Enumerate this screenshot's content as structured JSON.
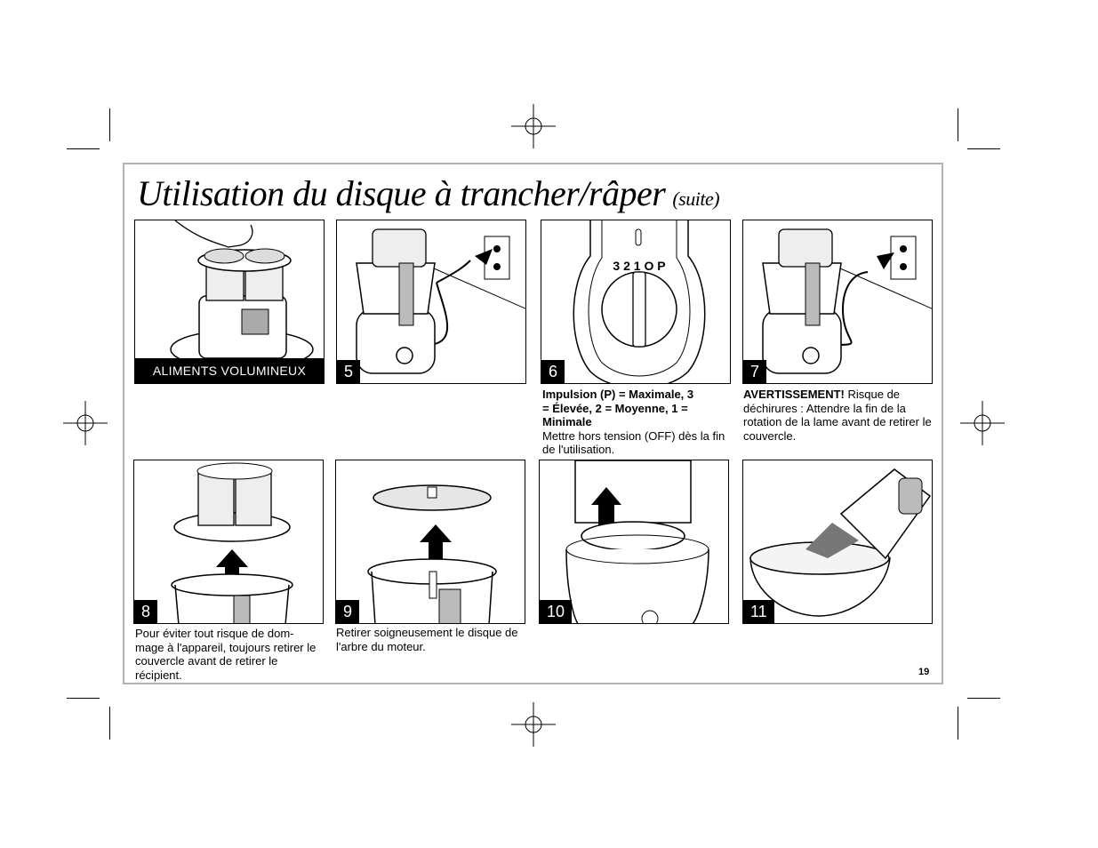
{
  "title": {
    "main": "Utilisation du disque à trancher/râper",
    "suffix": "(suite)"
  },
  "panels": {
    "p4": {
      "banner": "ALIMENTS VOLUMINEUX"
    },
    "p5": {
      "number": "5"
    },
    "p6": {
      "number": "6",
      "dial_marks": "3 2 1 O P"
    },
    "p7": {
      "number": "7"
    },
    "p8": {
      "number": "8"
    },
    "p9": {
      "number": "9"
    },
    "p10": {
      "number": "10"
    },
    "p11": {
      "number": "11"
    }
  },
  "captions": {
    "c6_bold": "Impulsion (P) = Maximale, 3 = Élevée, 2 = Moyenne, 1 = Minimale",
    "c6_text": "Mettre hors tension (OFF) dès la fin de l'utilisation.",
    "c7_bold": "AVERTISSEMENT!",
    "c7_text": " Risque de déchirures : Attendre la fin de la rotation de la lame avant de retirer le couvercle.",
    "c8": "Pour éviter tout risque de dom-mage à l'appareil, toujours retirer le couvercle avant de retirer le récipient.",
    "c9": "Retirer soigneusement le disque de l'arbre du moteur."
  },
  "page_number": "19"
}
